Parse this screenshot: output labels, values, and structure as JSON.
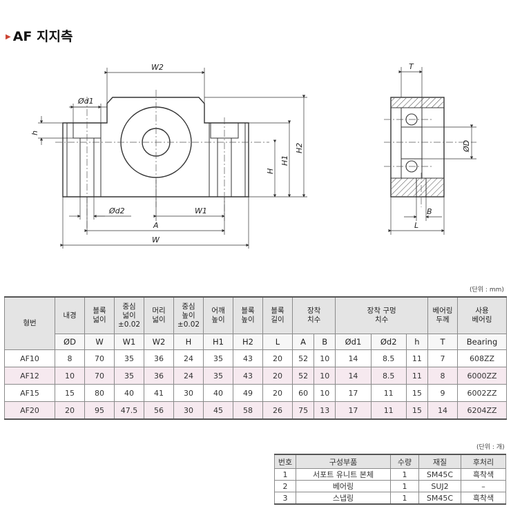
{
  "title": "AF 지지측",
  "drawing_labels": {
    "w2": "W2",
    "d1": "Ød1",
    "h": "h",
    "h_big": "H",
    "h1": "H1",
    "h2": "H2",
    "d2": "Ød2",
    "w1": "W1",
    "a": "A",
    "w": "W",
    "t": "T",
    "d": "ØD",
    "b": "B",
    "l": "L"
  },
  "unit_mm": "(단위 : mm)",
  "spec_table": {
    "headers_top": [
      "형번",
      "내경",
      "블록\n넓이",
      "중심\n넓이\n±0.02",
      "머리\n넓이",
      "중심\n높이\n±0.02",
      "어깨\n높이",
      "블록\n높이",
      "블록\n길이",
      "장착\n치수",
      "장착 구멍\n치수",
      "베어링\n두께",
      "사용\n베어링"
    ],
    "headers_sub": [
      "ØD",
      "W",
      "W1",
      "W2",
      "H",
      "H1",
      "H2",
      "L",
      "A",
      "B",
      "Ød1",
      "Ød2",
      "h",
      "T",
      "Bearing"
    ],
    "rows": [
      [
        "AF10",
        "8",
        "70",
        "35",
        "36",
        "24",
        "35",
        "43",
        "20",
        "52",
        "10",
        "14",
        "8.5",
        "11",
        "7",
        "608ZZ"
      ],
      [
        "AF12",
        "10",
        "70",
        "35",
        "36",
        "24",
        "35",
        "43",
        "20",
        "52",
        "10",
        "14",
        "8.5",
        "11",
        "8",
        "6000ZZ"
      ],
      [
        "AF15",
        "15",
        "80",
        "40",
        "41",
        "30",
        "40",
        "49",
        "20",
        "60",
        "10",
        "17",
        "11",
        "15",
        "9",
        "6002ZZ"
      ],
      [
        "AF20",
        "20",
        "95",
        "47.5",
        "56",
        "30",
        "45",
        "58",
        "26",
        "75",
        "13",
        "17",
        "11",
        "15",
        "14",
        "6204ZZ"
      ]
    ]
  },
  "unit_pcs": "(단위 : 개)",
  "parts_table": {
    "headers": [
      "번호",
      "구성부품",
      "수량",
      "재질",
      "후처리"
    ],
    "rows": [
      [
        "1",
        "서포트 유니트 본체",
        "1",
        "SM45C",
        "흑착색"
      ],
      [
        "2",
        "베어링",
        "1",
        "SUJ2",
        "–"
      ],
      [
        "3",
        "스냅링",
        "1",
        "SM45C",
        "흑착색"
      ]
    ]
  }
}
